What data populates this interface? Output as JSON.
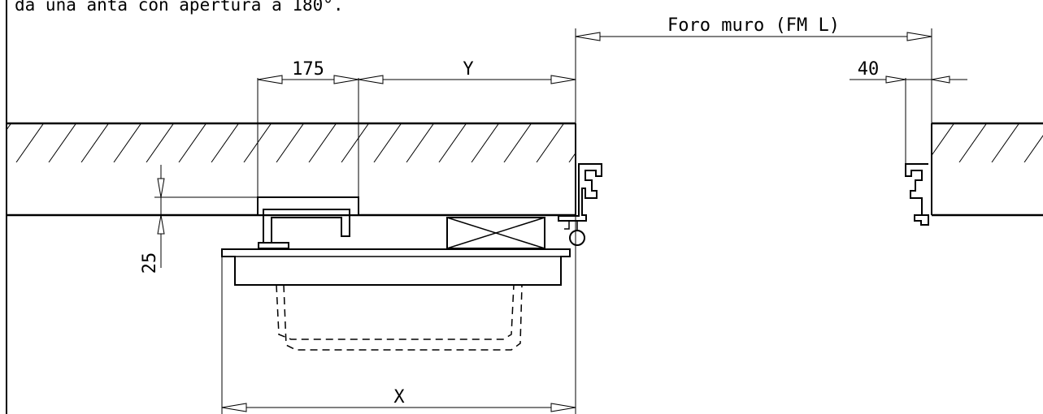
{
  "caption": "da una anta con apertura a 180°.",
  "dimensions": {
    "wall_opening": "Foro muro (FM L)",
    "track_offset": "40",
    "handle_width": "175",
    "y_dim": "Y",
    "recess_depth": "25",
    "x_dim": "X"
  },
  "colors": {
    "line": "#000000",
    "background": "#ffffff"
  }
}
